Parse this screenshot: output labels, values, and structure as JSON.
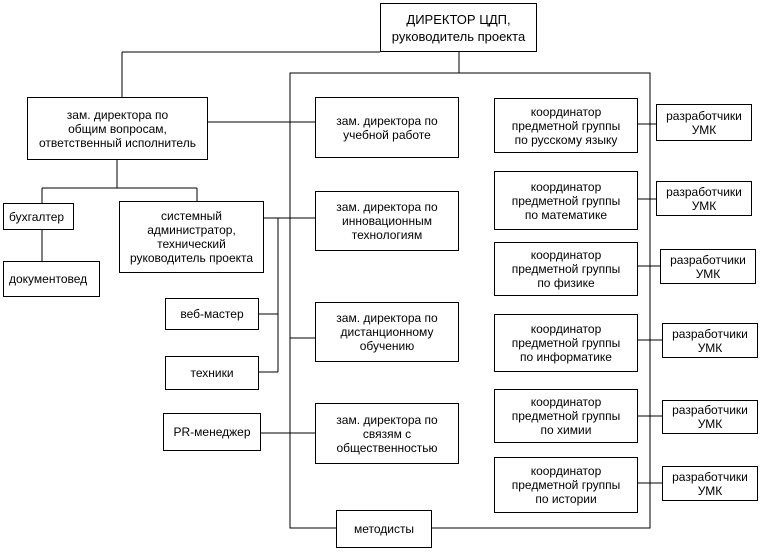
{
  "director": "ДИРЕКТОР ЦДП,\nруководитель проекта",
  "deputy_general": "зам. директора по\nобщим вопросам,\nответственный исполнитель",
  "accountant": "бухгалтер",
  "records_clerk": "документовед",
  "sysadmin": "системный\nадминистратор,\nтехнический\nруководитель проекта",
  "webmaster": "веб-мастер",
  "technicians": "техники",
  "pr_manager": "PR-менеджер",
  "deputy_education": "зам. директора по\nучебной    работе",
  "deputy_innovation": "зам. директора по\nинновационным\nтехнологиям",
  "deputy_distance": "зам. директора по\nдистанционному\nобучению",
  "deputy_public": "зам. директора по\nсвязям с\nобщественностью",
  "methodists": "методисты",
  "coordinators": [
    "координатор\nпредметной группы\nпо русскому языку",
    "координатор\nпредметной группы\nпо математике",
    "координатор\nпредметной группы\nпо физике",
    "координатор\nпредметной группы\nпо информатике",
    "координатор\nпредметной группы\nпо химии",
    "координатор\nпредметной группы\nпо истории"
  ],
  "developers": [
    "разработчики\nУМК",
    "разработчики\nУМК",
    "разработчики\nУМК",
    "разработчики\nУМК",
    "разработчики\nУМК",
    "разработчики\nУМК"
  ]
}
